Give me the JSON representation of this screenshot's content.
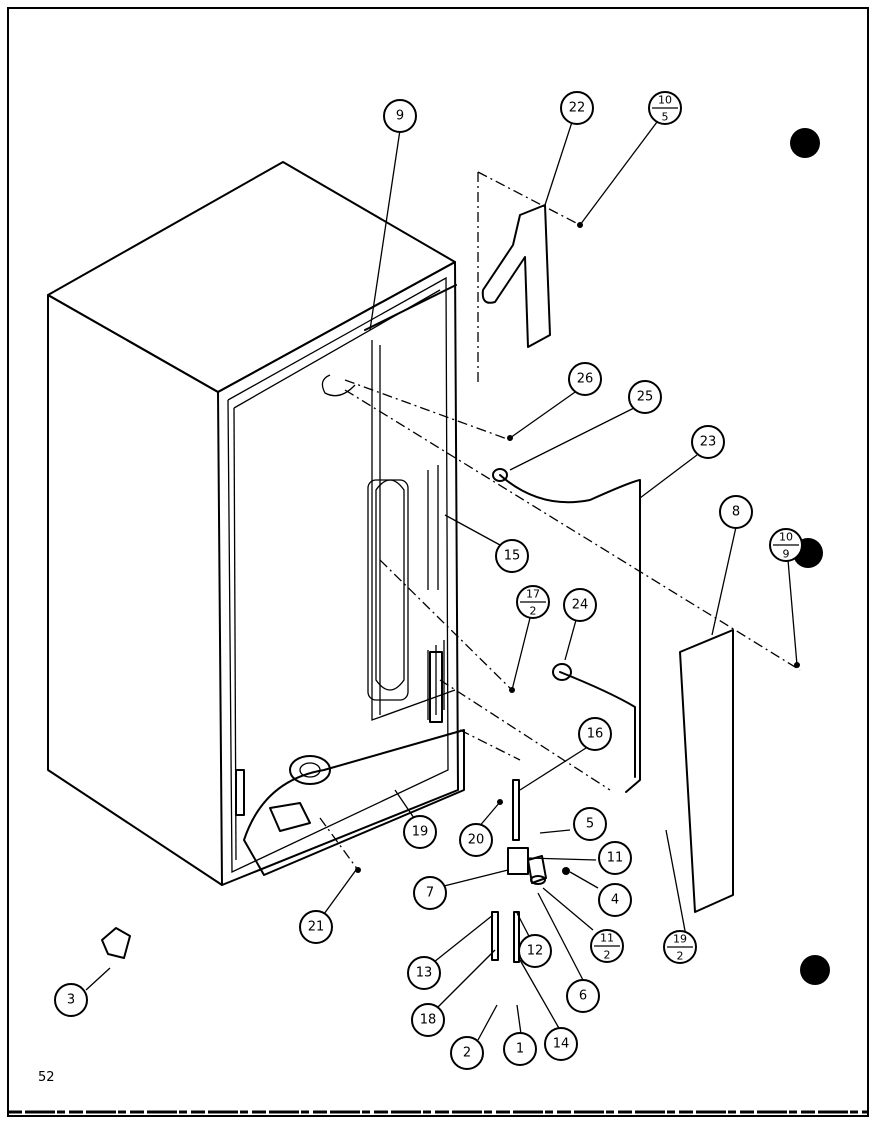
{
  "page_number": "52",
  "callouts": {
    "c1": "1",
    "c2": "2",
    "c3": "3",
    "c4": "4",
    "c5": "5",
    "c6": "6",
    "c7": "7",
    "c8": "8",
    "c9": "9",
    "c11": "11",
    "c12": "12",
    "c13": "13",
    "c14": "14",
    "c15": "15",
    "c16": "16",
    "c18": "18",
    "c19": "19",
    "c20": "20",
    "c21": "21",
    "c22": "22",
    "c23": "23",
    "c24": "24",
    "c25": "25",
    "c26": "26"
  },
  "fractions": {
    "f10_5": {
      "top": "10",
      "bottom": "5"
    },
    "f10_9": {
      "top": "10",
      "bottom": "9"
    },
    "f17_2": {
      "top": "17",
      "bottom": "2"
    },
    "f11_2": {
      "top": "11",
      "bottom": "2"
    },
    "f19_2": {
      "top": "19",
      "bottom": "2"
    }
  }
}
